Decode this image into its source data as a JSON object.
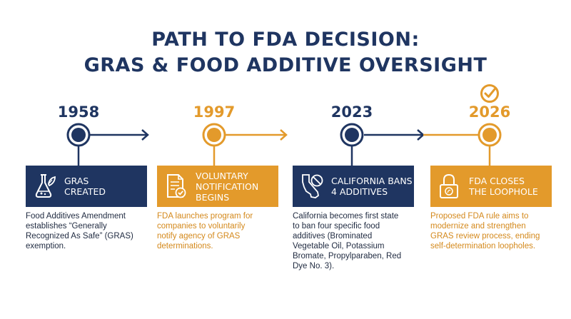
{
  "title": {
    "line1": "PATH TO FDA DECISION:",
    "line2": "GRAS & FOOD ADDITIVE OVERSIGHT"
  },
  "colors": {
    "navy": "#1f3561",
    "gold": "#e39a2b"
  },
  "milestones": [
    {
      "year": "1958",
      "label_line1": "GRAS",
      "label_line2": "CREATED",
      "label_line3": "",
      "icon": "flask-leaf-icon",
      "color": "navy",
      "desc": [
        "Food Additives Amendment",
        "establishes “Generally",
        "Recognized As Safe” (GRAS)",
        "exemption."
      ]
    },
    {
      "year": "1997",
      "label_line1": "VOLUNTARY",
      "label_line2": "NOTIFICATION",
      "label_line3": "BEGINS",
      "icon": "document-check-icon",
      "color": "gold",
      "desc": [
        "FDA launches program for",
        "companies to voluntarily",
        "notify agency of GRAS",
        "determinations."
      ]
    },
    {
      "year": "2023",
      "label_line1": "CALIFORNIA BANS",
      "label_line2": "4 ADDITIVES",
      "label_line3": "",
      "icon": "california-ban-icon",
      "color": "navy",
      "desc": [
        "California becomes first state",
        "to ban four specific food",
        "additives (Brominated",
        "Vegetable Oil, Potassium",
        "Bromate, Propylparaben, Red",
        "Dye No. 3)."
      ]
    },
    {
      "year": "2026",
      "label_line1": "FDA CLOSES",
      "label_line2": "THE LOOPHOLE",
      "label_line3": "",
      "icon": "padlock-seal-icon",
      "color": "gold",
      "desc": [
        "Proposed FDA rule aims to",
        "modernize and strengthen",
        "GRAS review process, ending",
        "self-determination loopholes."
      ]
    }
  ]
}
